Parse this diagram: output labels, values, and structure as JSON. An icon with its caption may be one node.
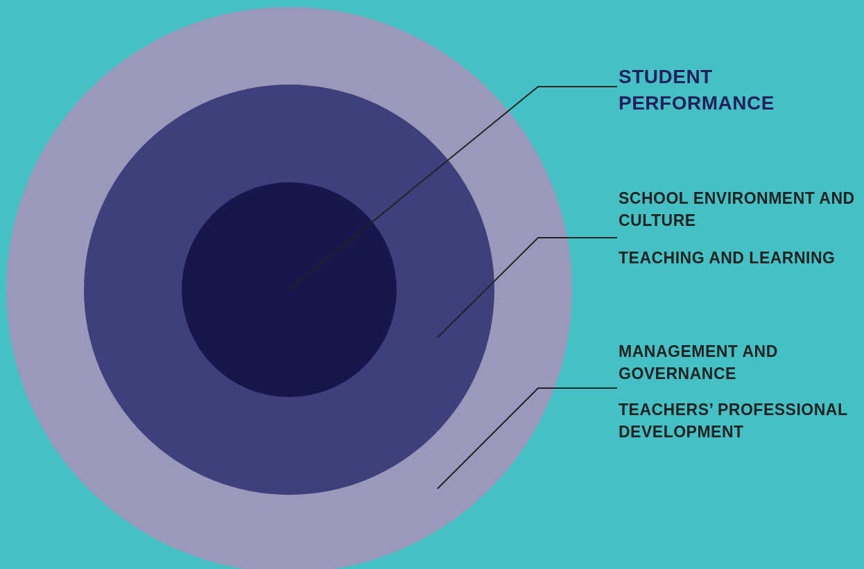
{
  "diagram": {
    "nodes": [
      {
        "text": [],
        "shape": "circle"
      },
      {
        "text": [],
        "shape": "circle",
        "in": 0
      },
      {
        "text": [],
        "shape": "circle",
        "in": 1
      },
      {
        "text": [
          "STUDENT PERFORMANCE"
        ]
      },
      {
        "text": [
          "SCHOOL ENVIRONMENT AND CULTURE",
          "TEACHING AND LEARNING"
        ]
      },
      {
        "text": [
          "MANAGEMENT AND GOVERNANCE",
          "TEACHERS’ PROFESSIONAL DEVELOPMENT"
        ]
      }
    ],
    "edges": [
      {
        "from": 3,
        "to": 2,
        "arrow": "none"
      },
      {
        "from": 4,
        "to": 1,
        "arrow": "none"
      },
      {
        "from": 5,
        "to": 0,
        "arrow": "none"
      }
    ]
  }
}
